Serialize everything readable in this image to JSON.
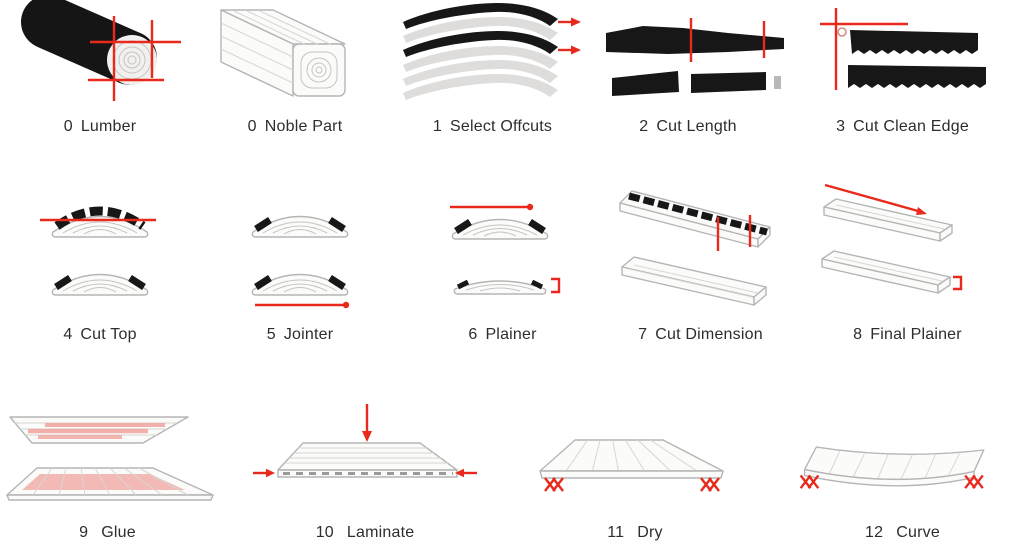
{
  "palette": {
    "accent_red": "#e8291c",
    "glue_pink": "#f0a49e",
    "ink_black": "#171717",
    "outline_gray": "#b5b5b5",
    "label_text": "#2d2d2d"
  },
  "steps": [
    {
      "number": "0",
      "label": "Lumber",
      "icon": "log-icon"
    },
    {
      "number": "0",
      "label": "Noble Part",
      "icon": "squared-beam-icon"
    },
    {
      "number": "1",
      "label": "Select Offcuts",
      "icon": "stacked-offcuts-icon"
    },
    {
      "number": "2",
      "label": "Cut Length",
      "icon": "cut-length-icon"
    },
    {
      "number": "3",
      "label": "Cut Clean Edge",
      "icon": "clean-edge-icon"
    },
    {
      "number": "4",
      "label": "Cut Top",
      "icon": "cut-top-icon"
    },
    {
      "number": "5",
      "label": "Jointer",
      "icon": "jointer-icon"
    },
    {
      "number": "6",
      "label": "Plainer",
      "icon": "plainer-icon"
    },
    {
      "number": "7",
      "label": "Cut Dimension",
      "icon": "cut-dimension-icon"
    },
    {
      "number": "8",
      "label": "Final Plainer",
      "icon": "final-plainer-icon"
    },
    {
      "number": "9",
      "label": "Glue",
      "icon": "glue-icon"
    },
    {
      "number": "10",
      "label": "Laminate",
      "icon": "laminate-icon"
    },
    {
      "number": "11",
      "label": "Dry",
      "icon": "dry-icon"
    },
    {
      "number": "12",
      "label": "Curve",
      "icon": "curve-icon"
    }
  ]
}
